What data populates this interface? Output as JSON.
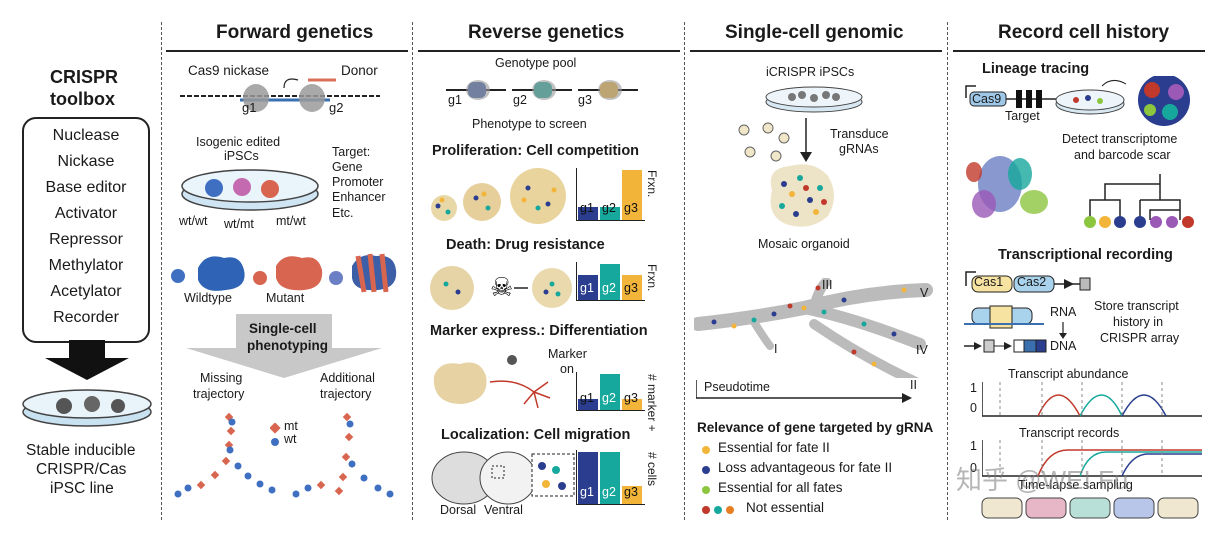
{
  "panel0": {
    "title_line1": "CRISPR",
    "title_line2": "toolbox",
    "tools": [
      "Nuclease",
      "Nickase",
      "Base editor",
      "Activator",
      "Repressor",
      "Methylator",
      "Acetylator",
      "Recorder"
    ],
    "bottom_line1": "Stable inducible",
    "bottom_line2": "CRISPR/Cas",
    "bottom_line3": "iPSC line"
  },
  "panel1": {
    "header": "Forward genetics",
    "cas9_label": "Cas9 nickase",
    "donor_label": "Donor",
    "g1": "g1",
    "g2": "g2",
    "isogenic_line1": "Isogenic edited",
    "isogenic_line2": "iPSCs",
    "target_lines": [
      "Target:",
      "Gene",
      "Promoter",
      "Enhancer",
      "Etc."
    ],
    "genotypes": [
      "wt/wt",
      "wt/mt",
      "mt/wt"
    ],
    "wildtype": "Wildtype",
    "mutant": "Mutant",
    "arrow_line1": "Single-cell",
    "arrow_line2": "phenotyping",
    "missing_line1": "Missing",
    "missing_line2": "trajectory",
    "additional_line1": "Additional",
    "additional_line2": "trajectory",
    "legend_mt": "mt",
    "legend_wt": "wt"
  },
  "panel2": {
    "header": "Reverse genetics",
    "genotype_pool": "Genotype pool",
    "guides": [
      "g1",
      "g2",
      "g3"
    ],
    "phenotype": "Phenotype to screen",
    "sections": [
      {
        "title": "Proliferation: Cell competition",
        "axis": "Frxn.",
        "bars": [
          {
            "label": "g1",
            "value": 0.25
          },
          {
            "label": "g2",
            "value": 0.25
          },
          {
            "label": "g3",
            "value": 1.0
          }
        ]
      },
      {
        "title": "Death: Drug resistance",
        "axis": "Frxn.",
        "bars": [
          {
            "label": "g1",
            "value": 0.7
          },
          {
            "label": "g2",
            "value": 1.0
          },
          {
            "label": "g3",
            "value": 0.7
          }
        ]
      },
      {
        "title": "Marker express.: Differentiation",
        "axis": "# marker +",
        "marker_line1": "Marker",
        "marker_line2": "on",
        "bars": [
          {
            "label": "g1",
            "value": 0.3
          },
          {
            "label": "g2",
            "value": 1.0
          },
          {
            "label": "g3",
            "value": 0.3
          }
        ]
      },
      {
        "title": "Localization: Cell migration",
        "axis": "# cells",
        "dorsal": "Dorsal",
        "ventral": "Ventral",
        "bars": [
          {
            "label": "g1",
            "value": 1.0
          },
          {
            "label": "g2",
            "value": 1.0
          },
          {
            "label": "g3",
            "value": 0.35
          }
        ]
      }
    ],
    "bar_colors": [
      "#2a3d8f",
      "#16a89c",
      "#f2b53a"
    ]
  },
  "panel3": {
    "header": "Single-cell genomic",
    "ipscs": "iCRISPR iPSCs",
    "transduce_line1": "Transduce",
    "transduce_line2": "gRNAs",
    "organoid": "Mosaic organoid",
    "fates": [
      "III",
      "V",
      "IV",
      "II",
      "I"
    ],
    "pseudotime": "Pseudotime",
    "relevance_title": "Relevance of gene targeted by gRNA",
    "legend": [
      {
        "text": "Essential for fate II",
        "color": "#f2b53a"
      },
      {
        "text": "Loss advantageous for fate II",
        "color": "#2a3d8f"
      },
      {
        "text": "Essential for all fates",
        "color": "#8cc63f"
      },
      {
        "text": "Not essential",
        "color": "#c0392b"
      }
    ]
  },
  "panel4": {
    "header": "Record cell history",
    "lineage": "Lineage tracing",
    "cas9": "Cas9",
    "target": "Target",
    "detect_line1": "Detect transcriptome",
    "detect_line2": "and barcode scar",
    "transcriptional": "Transcriptional recording",
    "cas1": "Cas1",
    "cas2": "Cas2",
    "rna": "RNA",
    "dna": "DNA",
    "store_line1": "Store transcript",
    "store_line2": "history in",
    "store_line3": "CRISPR array",
    "abundance": "Transcript abundance",
    "records": "Transcript records",
    "one": "1",
    "zero": "0",
    "timelapse": "Time-lapse sampling"
  },
  "watermark": "知乎 @WEI Fu"
}
